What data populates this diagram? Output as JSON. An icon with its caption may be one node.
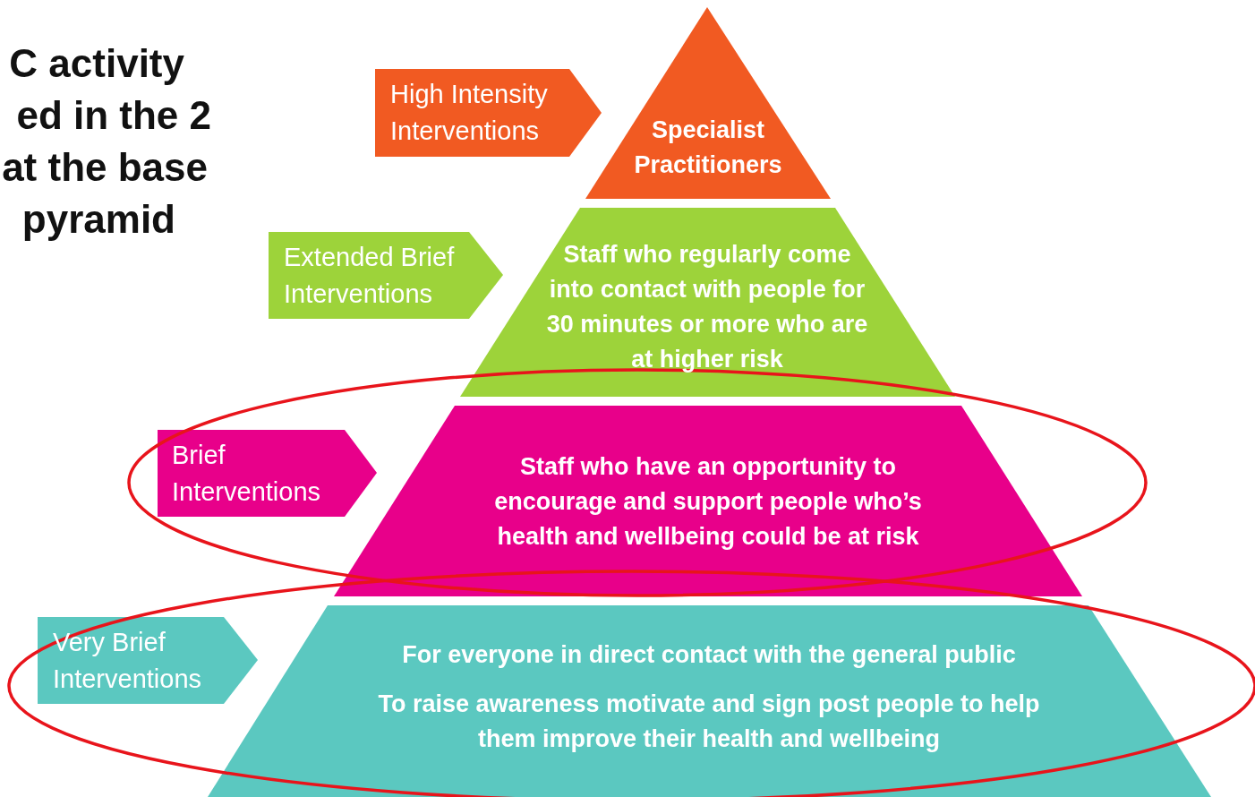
{
  "diagram": {
    "nodes": [
      {
        "text": [
          "Specialist Practitioners"
        ]
      },
      {
        "text": [
          "Staff who regularly come into contact with people for 30 minutes or more who are at higher risk"
        ]
      },
      {
        "text": [
          "Staff who have an opportunity to encourage and support people who’s health and wellbeing could be at risk"
        ]
      },
      {
        "text": [
          "For everyone in direct contact with the general public",
          "To raise awareness motivate and sign post people to help them improve their health and wellbeing"
        ]
      },
      {
        "text": [
          "High Intensity Interventions"
        ]
      },
      {
        "text": [
          "Extended Brief Interventions"
        ]
      },
      {
        "text": [
          "Brief Interventions"
        ]
      },
      {
        "text": [
          "Very Brief Interventions"
        ]
      }
    ],
    "labels": [
      "C activity",
      "ed in the 2",
      "at the base",
      "pyramid"
    ]
  }
}
